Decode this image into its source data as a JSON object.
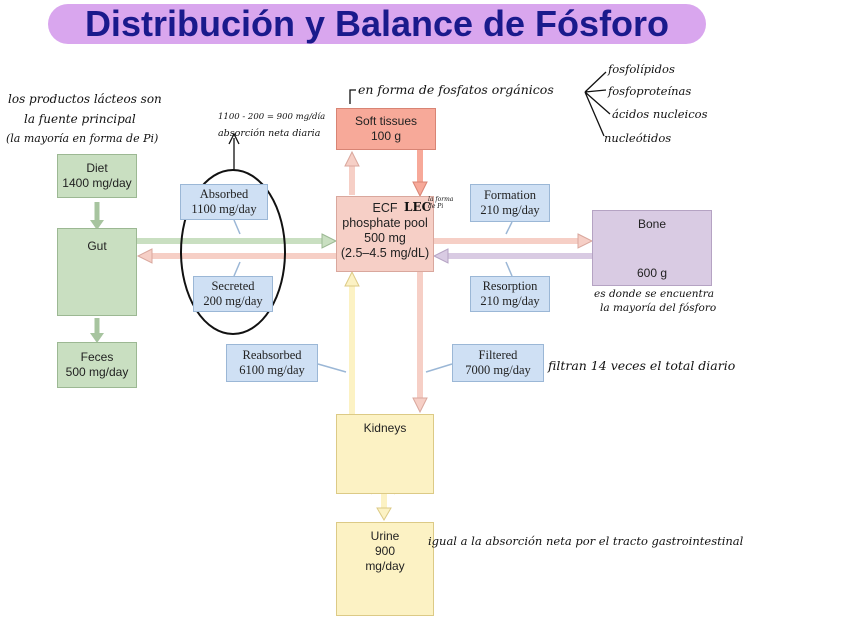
{
  "title": "Distribución y Balance de Fósforo",
  "nodes": {
    "diet": {
      "label": "Diet",
      "value": "1400 mg/day"
    },
    "gut": {
      "label": "Gut"
    },
    "feces": {
      "label": "Feces",
      "value": "500 mg/day"
    },
    "soft_tissues": {
      "label": "Soft tissues",
      "value": "100 g"
    },
    "ecf": {
      "line1": "ECF",
      "line2": "phosphate pool",
      "line3": "500 mg",
      "line4": "(2.5–4.5 mg/dL)"
    },
    "bone": {
      "label": "Bone",
      "value": "600 g"
    },
    "kidneys": {
      "label": "Kidneys"
    },
    "urine": {
      "label": "Urine",
      "value": "900",
      "unit": "mg/day"
    }
  },
  "flows": {
    "absorbed": {
      "label": "Absorbed",
      "value": "1100 mg/day"
    },
    "secreted": {
      "label": "Secreted",
      "value": "200 mg/day"
    },
    "formation": {
      "label": "Formation",
      "value": "210 mg/day"
    },
    "resorption": {
      "label": "Resorption",
      "value": "210 mg/day"
    },
    "reabsorbed": {
      "label": "Reabsorbed",
      "value": "6100 mg/day"
    },
    "filtered": {
      "label": "Filtered",
      "value": "7000 mg/day"
    }
  },
  "annotations": {
    "dairy_1": "los productos lácteos son",
    "dairy_2": "la fuente principal",
    "dairy_3": "(la mayoría en forma de Pi)",
    "absorption_1": "1100 - 200 = 900 mg/día",
    "absorption_2": "absorción neta diaria",
    "organic": "en forma de fosfatos orgánicos",
    "org_1": "fosfolípidos",
    "org_2": "fosfoproteínas",
    "org_3": "ácidos nucleicos",
    "org_4": "nucleótidos",
    "lec": "LEC",
    "lec_small": "la forma de Pi",
    "bone_1": "es donde se encuentra",
    "bone_2": "la mayoría del fósforo",
    "filter": "filtran 14 veces el total diario",
    "urine": "igual a la absorción neta por el tracto gastrointestinal"
  },
  "colors": {
    "title_bar": "#d9a6ee",
    "title_text": "#1a1a8c",
    "green": "#c9dfc1",
    "blue": "#cfe0f4",
    "pink": "#f6cfc6",
    "salmon": "#f7a999",
    "lavender": "#d9cbe3",
    "yellow": "#fcf2c4"
  }
}
